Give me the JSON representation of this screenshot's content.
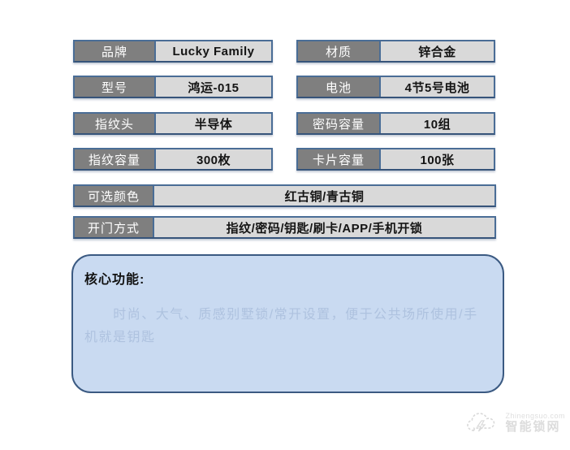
{
  "spec_table": {
    "left_rows": [
      {
        "label": "品牌",
        "value": "Lucky Family"
      },
      {
        "label": "型号",
        "value": "鸿运-015"
      },
      {
        "label": "指纹头",
        "value": "半导体"
      },
      {
        "label": "指纹容量",
        "value": "300枚"
      }
    ],
    "right_rows": [
      {
        "label": "材质",
        "value": "锌合金"
      },
      {
        "label": "电池",
        "value": "4节5号电池"
      },
      {
        "label": "密码容量",
        "value": "10组"
      },
      {
        "label": "卡片容量",
        "value": "100张"
      }
    ],
    "full_rows": [
      {
        "label": "可选颜色",
        "value": "红古铜/青古铜"
      },
      {
        "label": "开门方式",
        "value": "指纹/密码/钥匙/刷卡/APP/手机开锁"
      }
    ]
  },
  "core_features": {
    "title": "核心功能:",
    "body": "时尚、大气、质感别墅锁/常开设置，便于公共场所使用/手机就是钥匙"
  },
  "watermark": {
    "icon": "cloud-icon",
    "url": "Zhinengsuo.com",
    "name": "智能锁网"
  },
  "colors": {
    "label_bg": "#7f7f7f",
    "value_bg": "#d9d9d9",
    "row_border": "#4a6d96",
    "core_box_bg": "#c9daf1",
    "core_box_border": "#3b5a82",
    "core_body_text": "#aec2df"
  }
}
